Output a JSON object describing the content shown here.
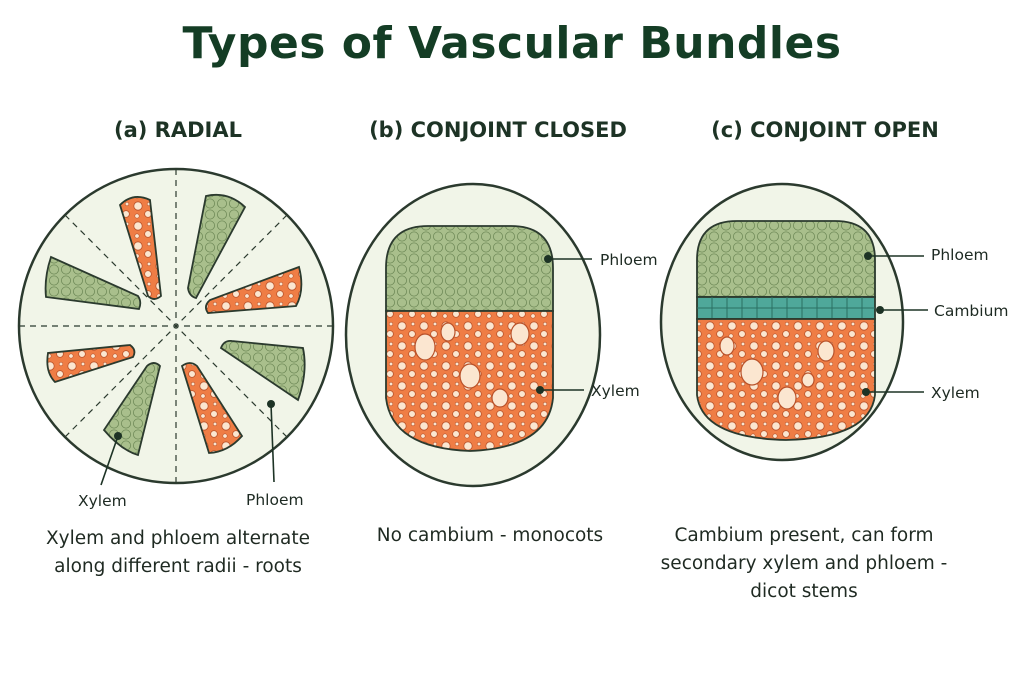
{
  "title": "Types of Vascular Bundles",
  "panels": [
    {
      "heading": "(a) RADIAL",
      "labels": {
        "xylem": "Xylem",
        "phloem": "Phloem"
      },
      "caption": [
        "Xylem and phloem alternate",
        "along different radii - roots"
      ]
    },
    {
      "heading": "(b) CONJOINT CLOSED",
      "labels": {
        "phloem": "Phloem",
        "xylem": "Xylem"
      },
      "caption": [
        "No cambium - monocots"
      ]
    },
    {
      "heading": "(c) CONJOINT OPEN",
      "labels": {
        "phloem": "Phloem",
        "cambium": "Cambium",
        "xylem": "Xylem"
      },
      "caption": [
        "Cambium present, can form",
        "secondary xylem and phloem -",
        "dicot stems"
      ]
    }
  ],
  "colors": {
    "title": "#143d25",
    "xylem": "#ef7d45",
    "phloem": "#a9bf8c",
    "cambium": "#4fa89a",
    "ground": "#f1f5e8",
    "outline": "#2b3a2e"
  }
}
